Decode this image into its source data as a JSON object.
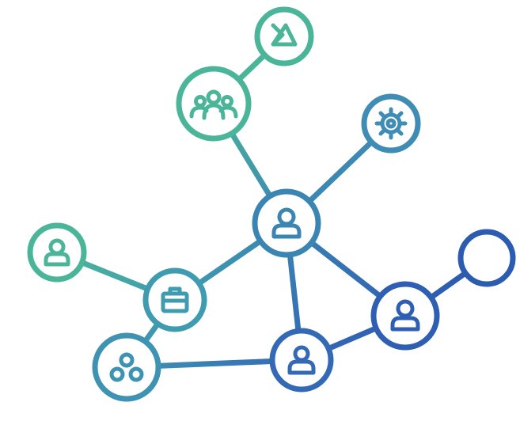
{
  "diagram": {
    "type": "network-graph",
    "colors": {
      "teal": "#4bb59a",
      "teal_blue": "#3f9bb0",
      "blue": "#3a7ab8",
      "deep_blue": "#2b5cb0",
      "background": "#ffffff"
    },
    "nodes": [
      {
        "id": "n-triangle",
        "icon": "triangle-sigma-icon",
        "color": "#4bb59a"
      },
      {
        "id": "n-team",
        "icon": "team-group-icon",
        "color": "#4bb59a"
      },
      {
        "id": "n-gear",
        "icon": "gear-icon",
        "color": "#3f8cb5"
      },
      {
        "id": "n-center",
        "icon": "user-icon",
        "color": "#3a85b2"
      },
      {
        "id": "n-left-user",
        "icon": "user-icon",
        "color": "#4bb59a"
      },
      {
        "id": "n-briefcase",
        "icon": "briefcase-icon",
        "color": "#3f9bb0"
      },
      {
        "id": "n-circles",
        "icon": "three-circles-icon",
        "color": "#3f93b2"
      },
      {
        "id": "n-bottom-user",
        "icon": "user-icon",
        "color": "#3469b5"
      },
      {
        "id": "n-right-user",
        "icon": "user-icon",
        "color": "#2f5fb3"
      },
      {
        "id": "n-empty",
        "icon": "",
        "color": "#2b5cb0"
      }
    ],
    "edges": [
      {
        "from": "n-triangle",
        "to": "n-team"
      },
      {
        "from": "n-team",
        "to": "n-center"
      },
      {
        "from": "n-gear",
        "to": "n-center"
      },
      {
        "from": "n-center",
        "to": "n-briefcase"
      },
      {
        "from": "n-center",
        "to": "n-bottom-user"
      },
      {
        "from": "n-center",
        "to": "n-right-user"
      },
      {
        "from": "n-left-user",
        "to": "n-briefcase"
      },
      {
        "from": "n-briefcase",
        "to": "n-circles"
      },
      {
        "from": "n-circles",
        "to": "n-bottom-user"
      },
      {
        "from": "n-bottom-user",
        "to": "n-right-user"
      },
      {
        "from": "n-right-user",
        "to": "n-empty"
      }
    ]
  }
}
